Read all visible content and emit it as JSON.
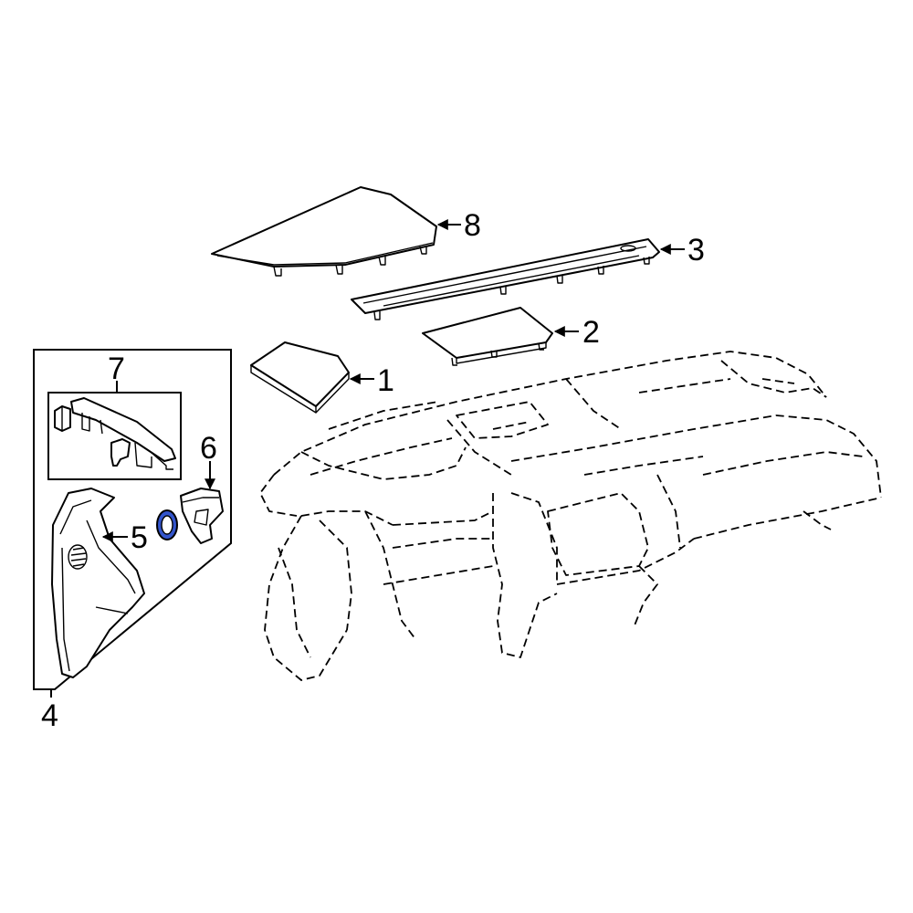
{
  "callouts": [
    "1",
    "2",
    "3",
    "4",
    "5",
    "6",
    "7",
    "8"
  ],
  "colors": {
    "line": "#000000",
    "background": "#ffffff",
    "highlight": "#3355cc"
  }
}
